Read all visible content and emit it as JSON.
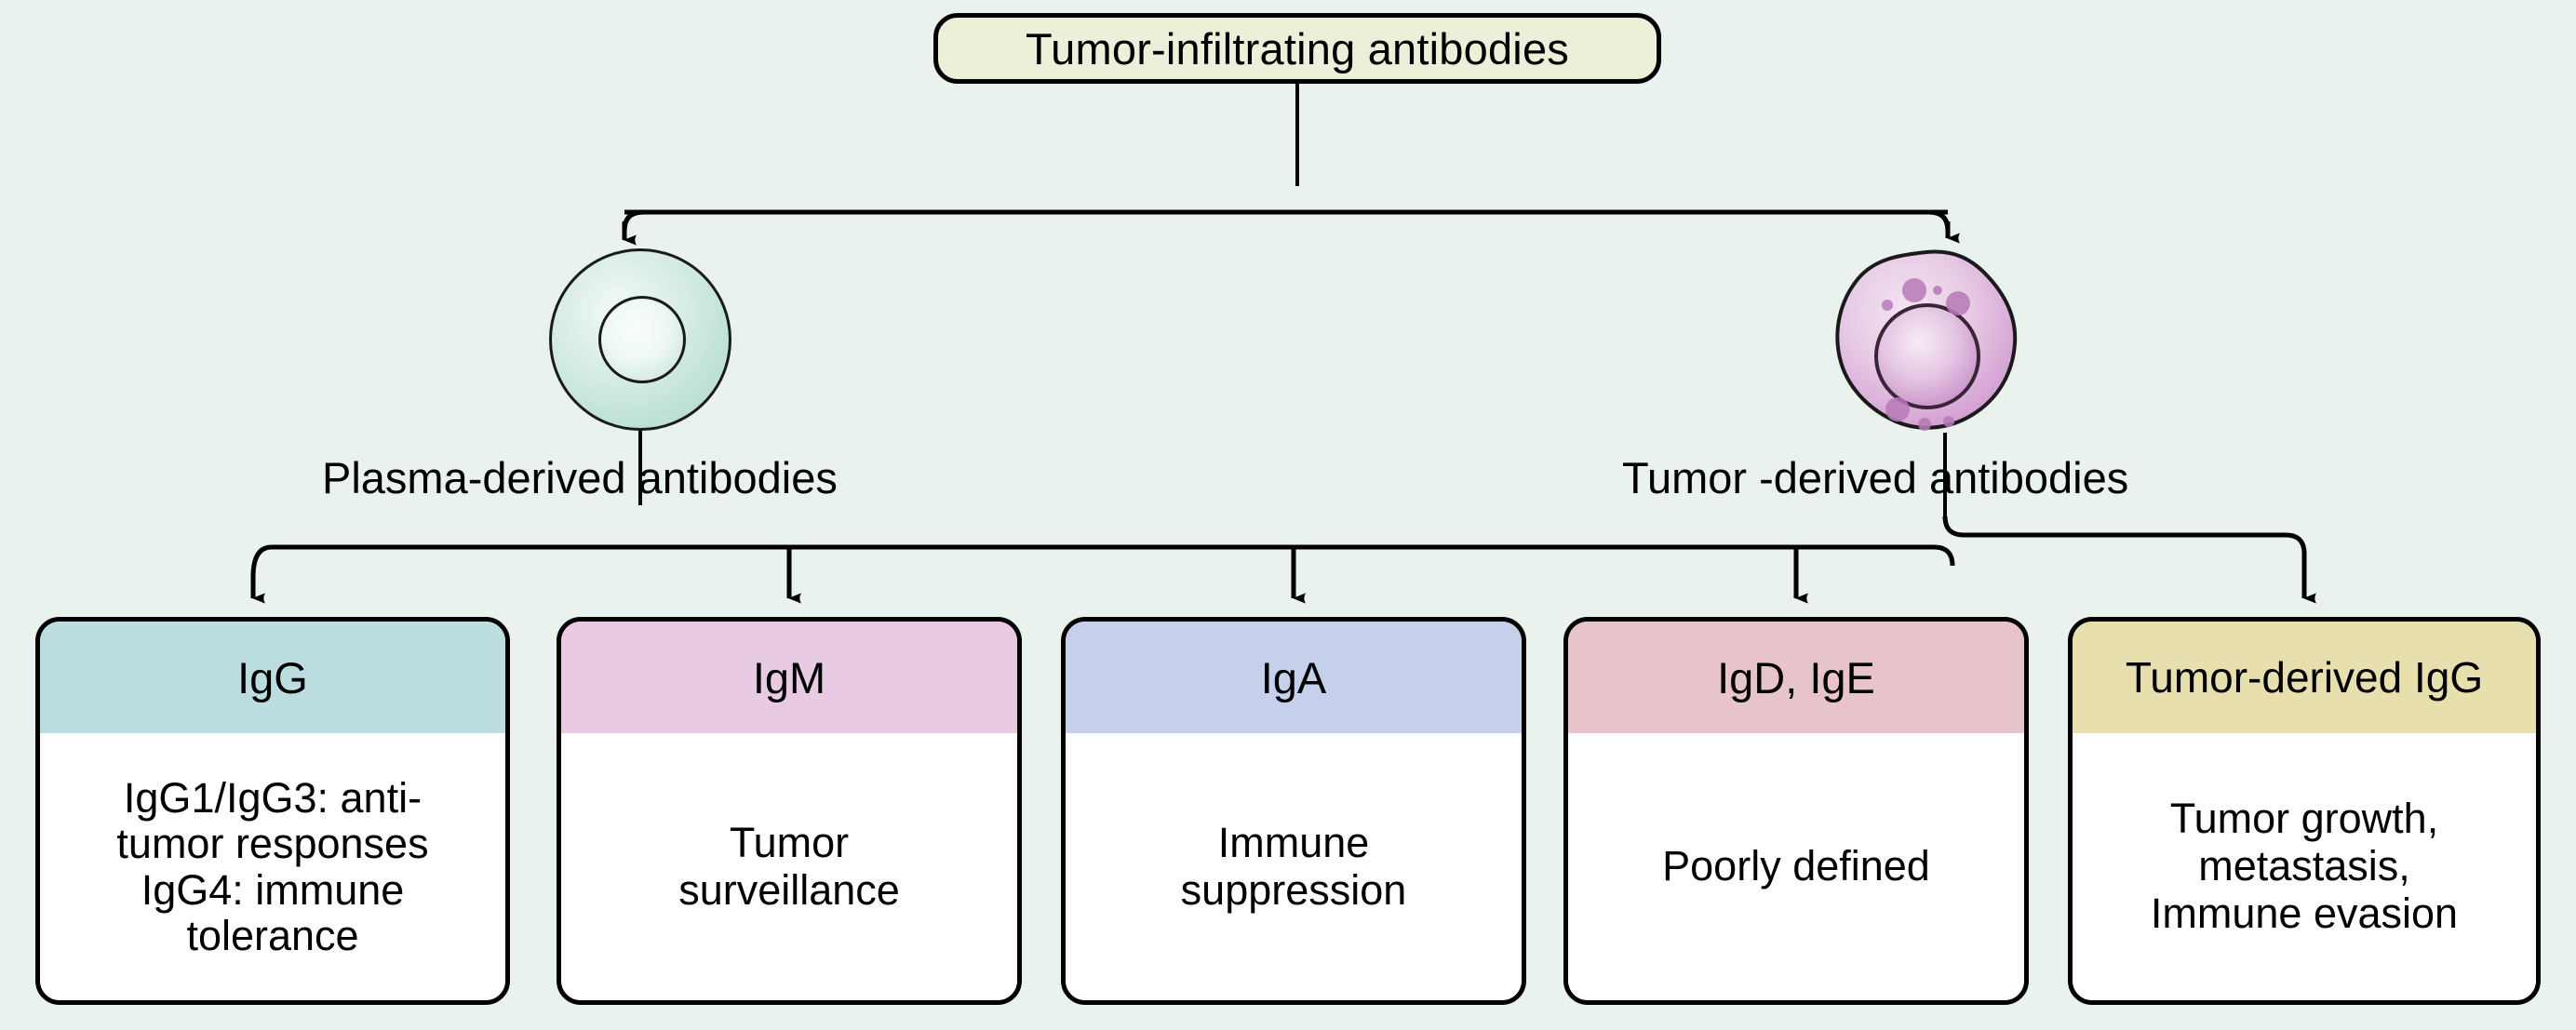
{
  "figure": {
    "background_color": "#e9f2ec",
    "root": {
      "label": "Tumor-infiltrating antibodies",
      "fill": "#ebf0d9"
    },
    "branches": [
      {
        "id": "plasma",
        "caption": "Plasma-derived antibodies",
        "cell_icon": "plasma-cell-icon",
        "cell_color": "#a8d8c8"
      },
      {
        "id": "tumor",
        "caption": "Tumor -derived antibodies",
        "cell_icon": "tumor-cell-icon",
        "cell_color": "#d9a9d4"
      }
    ],
    "cards": [
      {
        "id": "igg",
        "header": "IgG",
        "header_color": "#bcdde0",
        "body_lines": [
          "IgG1/IgG3: anti-",
          "tumor responses",
          "IgG4: immune",
          "tolerance"
        ],
        "parent": "plasma"
      },
      {
        "id": "igm",
        "header": "IgM",
        "header_color": "#e8cbe2",
        "body_lines": [
          "Tumor",
          "surveillance"
        ],
        "parent": "plasma"
      },
      {
        "id": "iga",
        "header": "IgA",
        "header_color": "#c7d0ea",
        "body_lines": [
          "Immune",
          "suppression"
        ],
        "parent": "plasma"
      },
      {
        "id": "igd_ige",
        "header": "IgD, IgE",
        "header_color": "#e6c4ca",
        "body_lines": [
          "Poorly defined"
        ],
        "parent": "plasma"
      },
      {
        "id": "tumor_igg",
        "header": "Tumor-derived IgG",
        "header_color": "#e8dfae",
        "body_lines": [
          "Tumor growth,",
          "metastasis,",
          "Immune evasion"
        ],
        "parent": "tumor"
      }
    ]
  }
}
